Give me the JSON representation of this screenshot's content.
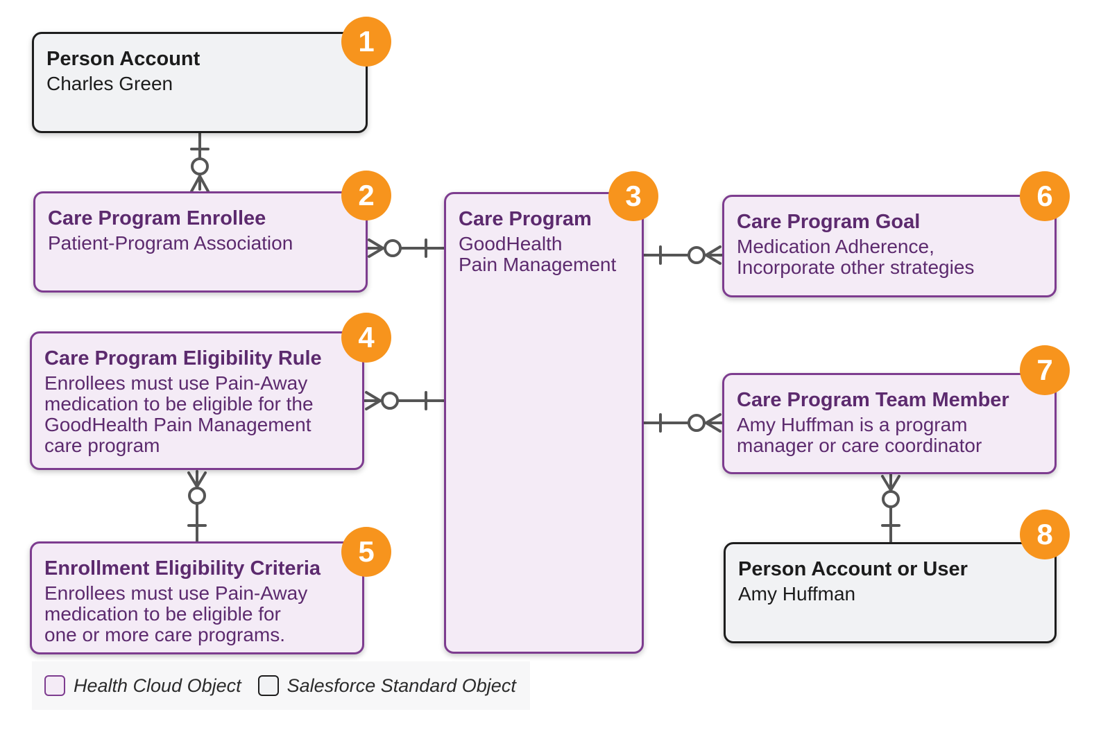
{
  "entities": [
    {
      "id": "1",
      "title": "Person Account",
      "desc": "Charles Green",
      "type": "salesforce"
    },
    {
      "id": "2",
      "title": "Care Program Enrollee",
      "desc": "Patient-Program Association",
      "type": "health_cloud"
    },
    {
      "id": "3",
      "title": "Care Program",
      "desc": "GoodHealth\nPain Management",
      "type": "health_cloud"
    },
    {
      "id": "4",
      "title": "Care Program Eligibility Rule",
      "desc": "Enrollees must use Pain-Away\nmedication to be eligible for the\nGoodHealth Pain Management\ncare program",
      "type": "health_cloud"
    },
    {
      "id": "5",
      "title": "Enrollment Eligibility Criteria",
      "desc": "Enrollees must use Pain-Away\nmedication to be eligible for\none or more care programs.",
      "type": "health_cloud"
    },
    {
      "id": "6",
      "title": "Care Program Goal",
      "desc": "Medication Adherence,\nIncorporate other strategies",
      "type": "health_cloud"
    },
    {
      "id": "7",
      "title": "Care Program Team Member",
      "desc": "Amy Huffman is a program\nmanager or care coordinator",
      "type": "health_cloud"
    },
    {
      "id": "8",
      "title": "Person Account or User",
      "desc": "Amy Huffman",
      "type": "salesforce"
    }
  ],
  "relationships": [
    {
      "from": "1",
      "to": "2",
      "from_card": "one",
      "to_card": "zero-or-many"
    },
    {
      "from": "3",
      "to": "2",
      "from_card": "one",
      "to_card": "zero-or-many"
    },
    {
      "from": "3",
      "to": "4",
      "from_card": "one",
      "to_card": "zero-or-many"
    },
    {
      "from": "5",
      "to": "4",
      "from_card": "one",
      "to_card": "zero-or-many"
    },
    {
      "from": "3",
      "to": "6",
      "from_card": "one",
      "to_card": "zero-or-many"
    },
    {
      "from": "3",
      "to": "7",
      "from_card": "one",
      "to_card": "zero-or-many"
    },
    {
      "from": "8",
      "to": "7",
      "from_card": "one",
      "to_card": "zero-or-many"
    }
  ],
  "legend": {
    "health_cloud_label": "Health Cloud Object",
    "salesforce_label": "Salesforce Standard Object"
  },
  "colors": {
    "health_cloud_border": "#7d3c8f",
    "health_cloud_fill": "#f4ebf6",
    "salesforce_border": "#1d1d1d",
    "salesforce_fill": "#f1f2f4",
    "badge": "#f7941d",
    "connector": "#555555"
  }
}
